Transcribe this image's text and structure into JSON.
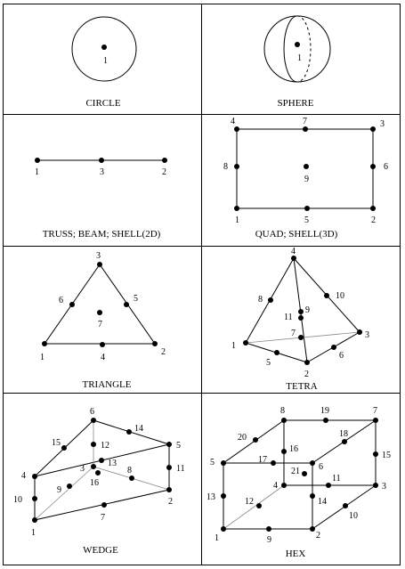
{
  "cells": [
    {
      "id": "circle",
      "caption": "CIRCLE",
      "nodes": [
        "1"
      ]
    },
    {
      "id": "sphere",
      "caption": "SPHERE",
      "nodes": [
        "1"
      ]
    },
    {
      "id": "truss",
      "caption": "TRUSS; BEAM; SHELL(2D)",
      "nodes": [
        "1",
        "3",
        "2"
      ]
    },
    {
      "id": "quad",
      "caption": "QUAD; SHELL(3D)",
      "nodes": [
        "4",
        "7",
        "3",
        "8",
        "9",
        "6",
        "1",
        "5",
        "2"
      ]
    },
    {
      "id": "triangle",
      "caption": "TRIANGLE",
      "nodes": [
        "3",
        "6",
        "5",
        "7",
        "1",
        "4",
        "2"
      ]
    },
    {
      "id": "tetra",
      "caption": "TETRA",
      "nodes": [
        "4",
        "8",
        "10",
        "9",
        "11",
        "7",
        "3",
        "1",
        "5",
        "6",
        "2"
      ]
    },
    {
      "id": "wedge",
      "caption": "WEDGE",
      "nodes": [
        "6",
        "14",
        "15",
        "12",
        "5",
        "3",
        "13",
        "8",
        "16",
        "11",
        "4",
        "9",
        "2",
        "10",
        "7",
        "1"
      ]
    },
    {
      "id": "hex",
      "caption": "HEX",
      "nodes": [
        "8",
        "19",
        "7",
        "20",
        "18",
        "16",
        "5",
        "17",
        "6",
        "15",
        "21",
        "4",
        "11",
        "3",
        "13",
        "12",
        "14",
        "10",
        "1",
        "9",
        "2"
      ]
    }
  ]
}
